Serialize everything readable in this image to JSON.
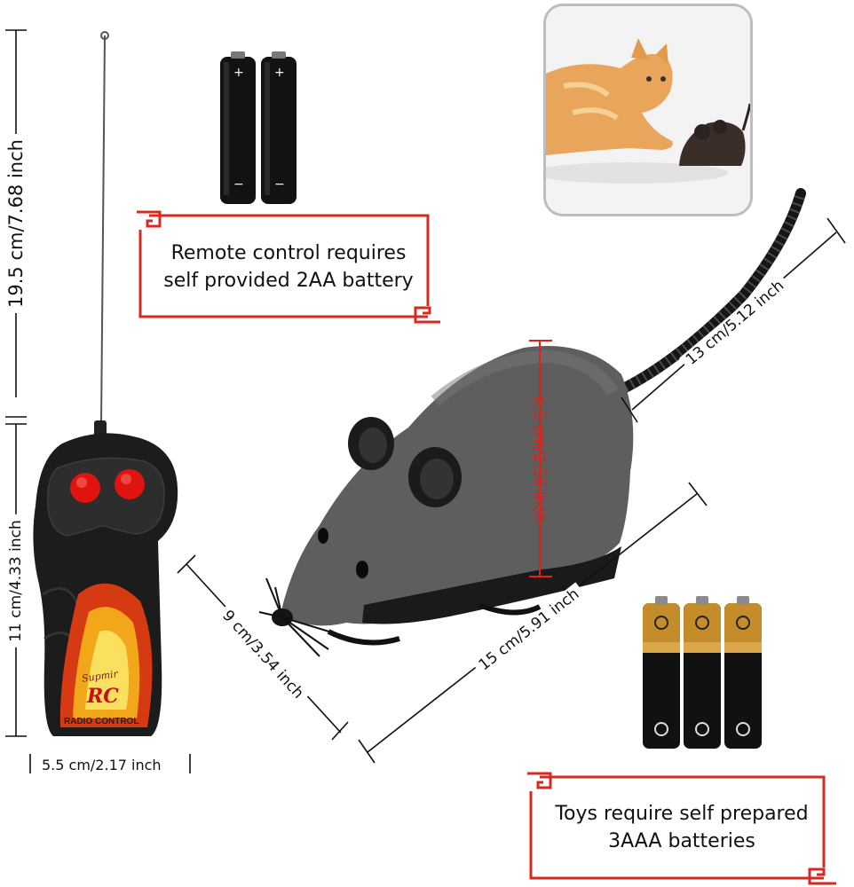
{
  "dimensions": {
    "antenna_remote_height": "19.5 cm/7.68 inch",
    "remote_height": "11 cm/4.33 inch",
    "remote_width": "5.5 cm/2.17 inch",
    "mouse_width": "9 cm/3.54 inch",
    "mouse_length": "15 cm/5.91 inch",
    "tail_length": "13 cm/5.12 inch",
    "mouse_height": "6.5 cm/2.56 inch"
  },
  "notes": {
    "remote_battery": [
      "Remote control requires",
      "self provided 2AA battery"
    ],
    "toy_battery": [
      "Toys require self prepared",
      "3AAA batteries"
    ]
  },
  "remote": {
    "brand_script": "Supmir",
    "brand_logo": "RC",
    "label": "RADIO CONTROL"
  },
  "battery_symbols": {
    "plus": "+",
    "minus": "−"
  },
  "colors": {
    "frame_red": "#d42a22",
    "dimension_red": "#e0201a",
    "mouse_gray": "#5b5b5b",
    "remote_black": "#1b1b1b",
    "button_red": "#e0140f",
    "battery_gold": "#c58d2a"
  }
}
